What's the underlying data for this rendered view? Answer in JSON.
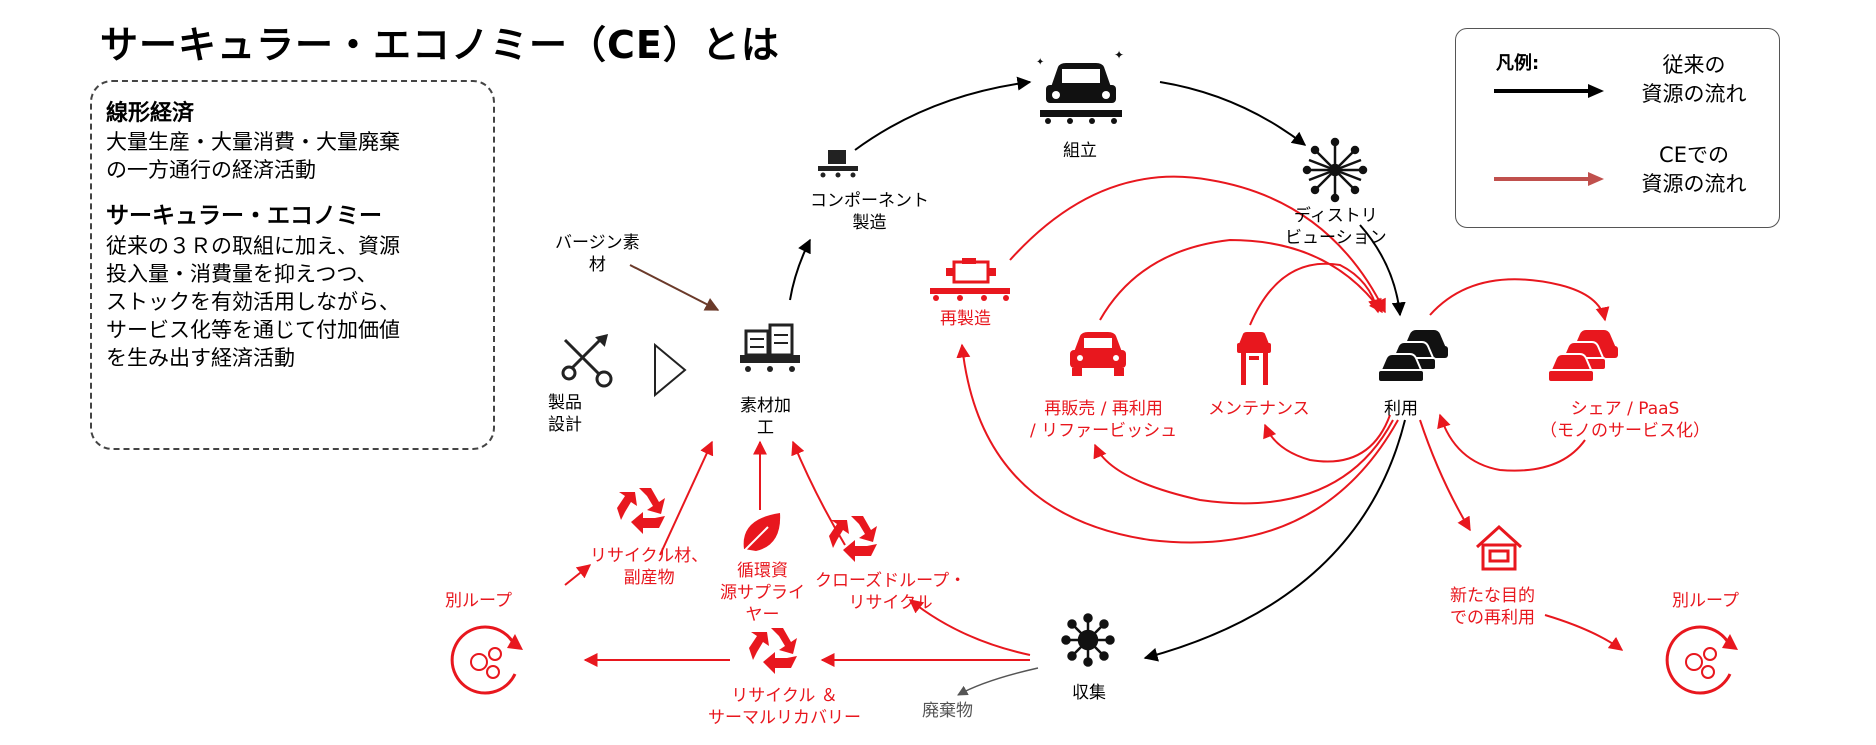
{
  "title": "サーキュラー・エコノミー（CE）とは",
  "definitions": {
    "linear_heading": "線形経済",
    "linear_text_1": "大量生産・大量消費・大量廃棄",
    "linear_text_2": "の一方通行の経済活動",
    "circular_heading": "サーキュラー・エコノミー",
    "circular_text_1": "従来の３Ｒの取組に加え、資源",
    "circular_text_2": "投入量・消費量を抑えつつ、",
    "circular_text_3": "ストックを有効活用しながら、",
    "circular_text_4": "サービス化等を通じて付加価値",
    "circular_text_5": "を生み出す経済活動"
  },
  "legend": {
    "heading": "凡例:",
    "conventional_1": "従来の",
    "conventional_2": "資源の流れ",
    "ce_1": "CEでの",
    "ce_2": "資源の流れ",
    "conventional_color": "#000000",
    "ce_color": "#c0504d"
  },
  "nodes": {
    "product_design_1": "製品",
    "product_design_2": "設計",
    "virgin_material_1": "バージン素",
    "virgin_material_2": "材",
    "material_processing_1": "素材加",
    "material_processing_2": "工",
    "component_mfg_1": "コンポーネント",
    "component_mfg_2": "製造",
    "assembly": "組立",
    "distribution_1": "ディストリ",
    "distribution_2": "ビューション",
    "usage": "利用",
    "remanufacturing": "再製造",
    "resale_1": "再販売 / 再利用",
    "resale_2": "/ リファービッシュ",
    "maintenance": "メンテナンス",
    "share_1": "シェア / PaaS",
    "share_2": "（モノのサービス化）",
    "new_purpose_1": "新たな目的",
    "new_purpose_2": "での再利用",
    "other_loop_right": "別ループ",
    "other_loop_left": "別ループ",
    "collection": "収集",
    "waste": "廃棄物",
    "recycle_byproduct_1": "リサイクル材、",
    "recycle_byproduct_2": "副産物",
    "circular_supplier_1": "循環資",
    "circular_supplier_2": "源サプライ",
    "circular_supplier_3": "ヤー",
    "closed_loop_1": "クローズドループ・",
    "closed_loop_2": "リサイクル",
    "thermal_recovery_1": "リサイクル ＆",
    "thermal_recovery_2": "サーマルリカバリー"
  },
  "colors": {
    "ce_red": "#e8171e",
    "arrow_red": "#e8171e",
    "black": "#000000",
    "gray_text": "#555555"
  }
}
